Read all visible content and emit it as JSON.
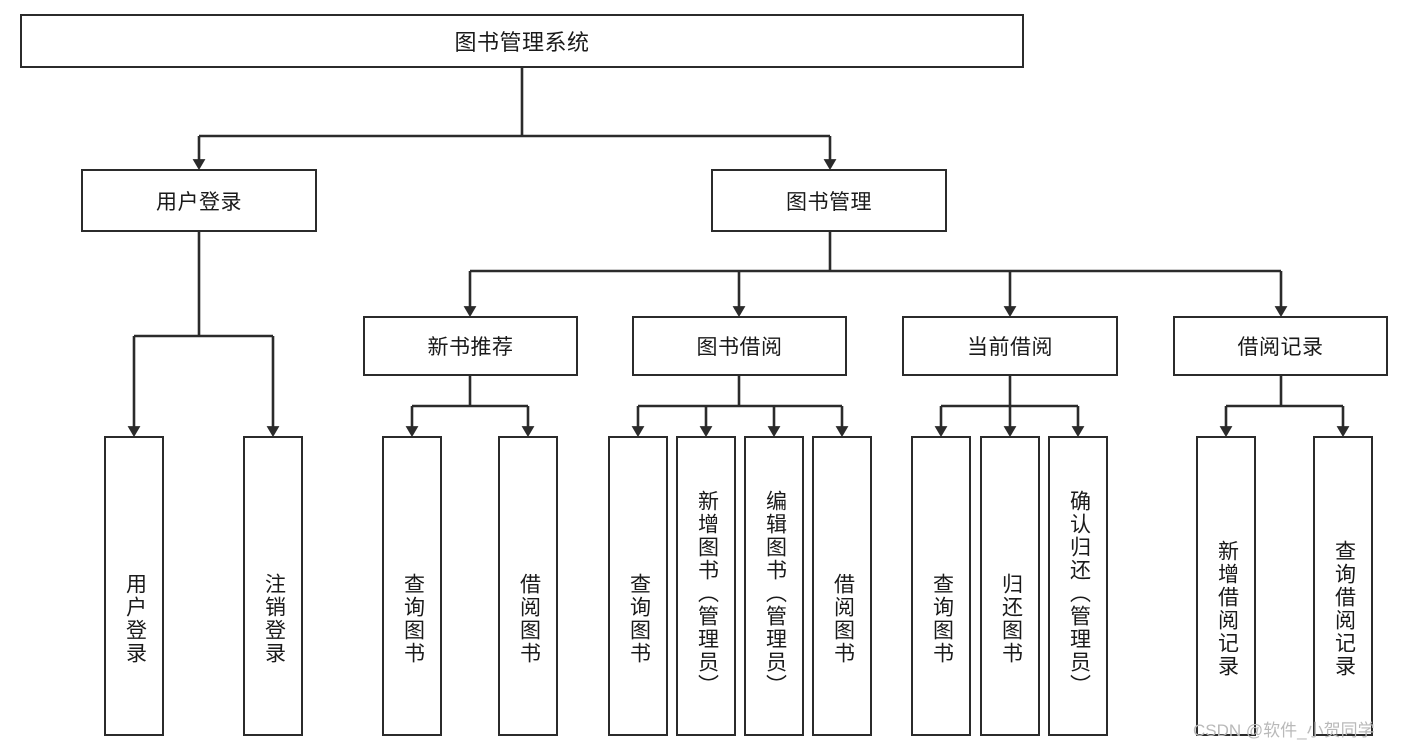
{
  "diagram": {
    "type": "tree-hierarchy",
    "title": "图书管理系统",
    "watermark": "CSDN @软件_小贺同学",
    "colors": {
      "box_border": "#2b2b2b",
      "box_fill": "#ffffff",
      "connector": "#2b2b2b",
      "text": "#1a1a1a",
      "watermark": "#b9b9b9",
      "background": "#ffffff"
    },
    "root": {
      "label": "图书管理系统"
    },
    "level2": [
      {
        "id": "user-login",
        "label": "用户登录"
      },
      {
        "id": "book-manage",
        "label": "图书管理"
      }
    ],
    "level3": [
      {
        "id": "new-book-recommend",
        "label": "新书推荐"
      },
      {
        "id": "book-borrow",
        "label": "图书借阅"
      },
      {
        "id": "current-borrow",
        "label": "当前借阅"
      },
      {
        "id": "borrow-record",
        "label": "借阅记录"
      }
    ],
    "leaves": {
      "user_login": [
        {
          "id": "leaf-user-login",
          "label": "用户登录"
        },
        {
          "id": "leaf-logout-login",
          "label": "注销登录"
        }
      ],
      "new_book_recommend": [
        {
          "id": "leaf-query-book-1",
          "label": "查询图书"
        },
        {
          "id": "leaf-borrow-book-1",
          "label": "借阅图书"
        }
      ],
      "book_borrow": [
        {
          "id": "leaf-query-book-2",
          "label": "查询图书"
        },
        {
          "id": "leaf-add-book",
          "label": "新增图书（管理员）"
        },
        {
          "id": "leaf-edit-book",
          "label": "编辑图书（管理员）"
        },
        {
          "id": "leaf-borrow-book-2",
          "label": "借阅图书"
        }
      ],
      "current_borrow": [
        {
          "id": "leaf-query-book-3",
          "label": "查询图书"
        },
        {
          "id": "leaf-return-book",
          "label": "归还图书"
        },
        {
          "id": "leaf-confirm-return",
          "label": "确认归还（管理员）"
        }
      ],
      "borrow_record": [
        {
          "id": "leaf-add-borrow-record",
          "label": "新增借阅记录"
        },
        {
          "id": "leaf-query-borrow-record",
          "label": "查询借阅记录"
        }
      ]
    }
  }
}
